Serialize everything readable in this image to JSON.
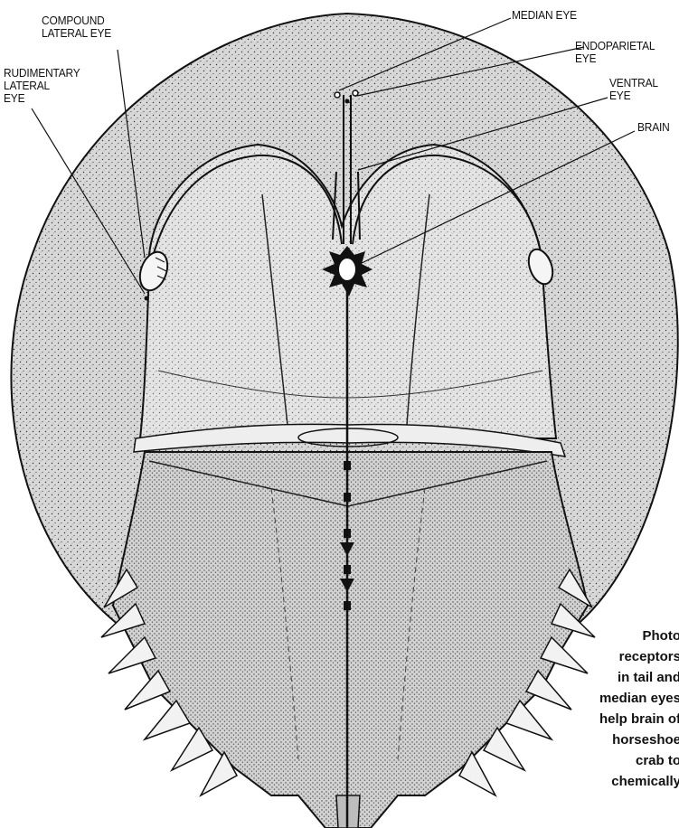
{
  "labels": {
    "compound_lateral_eye": [
      "COMPOUND",
      "LATERAL EYE"
    ],
    "rudimentary_lateral_eye": [
      "RUDIMENTARY",
      "LATERAL",
      "EYE"
    ],
    "median_eye": [
      "MEDIAN EYE"
    ],
    "endoparietal_eye": [
      "ENDOPARIETAL",
      "EYE"
    ],
    "ventral_eye": [
      "VENTRAL",
      "EYE"
    ],
    "brain": [
      "BRAIN"
    ]
  },
  "caption": {
    "lines": [
      "Photo",
      "receptors",
      "in tail and",
      "median eyes",
      "help brain of",
      "horseshoe",
      "crab to",
      "chemically"
    ]
  },
  "colors": {
    "ink": "#111111",
    "shell": "#cfcfcf",
    "carapace_fill": "#dcdcdc",
    "background": "#ffffff"
  }
}
